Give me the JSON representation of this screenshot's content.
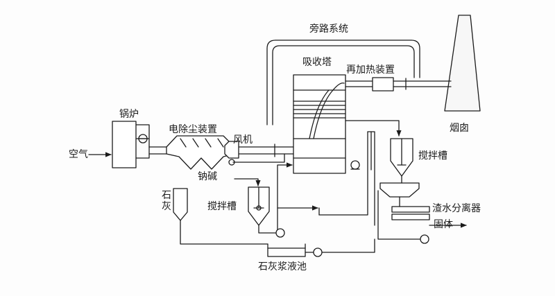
{
  "labels": {
    "bypass": "旁路系统",
    "absorber": "吸收塔",
    "reheater": "再加热装置",
    "chimney": "烟囱",
    "boiler": "锅炉",
    "precipitator": "电除尘装置",
    "fan": "风机",
    "air": "空气",
    "soda": "钠碱",
    "lime": "石灰",
    "mixer_left": "搅拌槽",
    "mixer_right": "搅拌槽",
    "separator": "渣水分离器",
    "solid": "固体",
    "slurry_pool": "石灰浆液池"
  },
  "colors": {
    "line": "#1b1b1b",
    "background": "#fdfdfd"
  }
}
